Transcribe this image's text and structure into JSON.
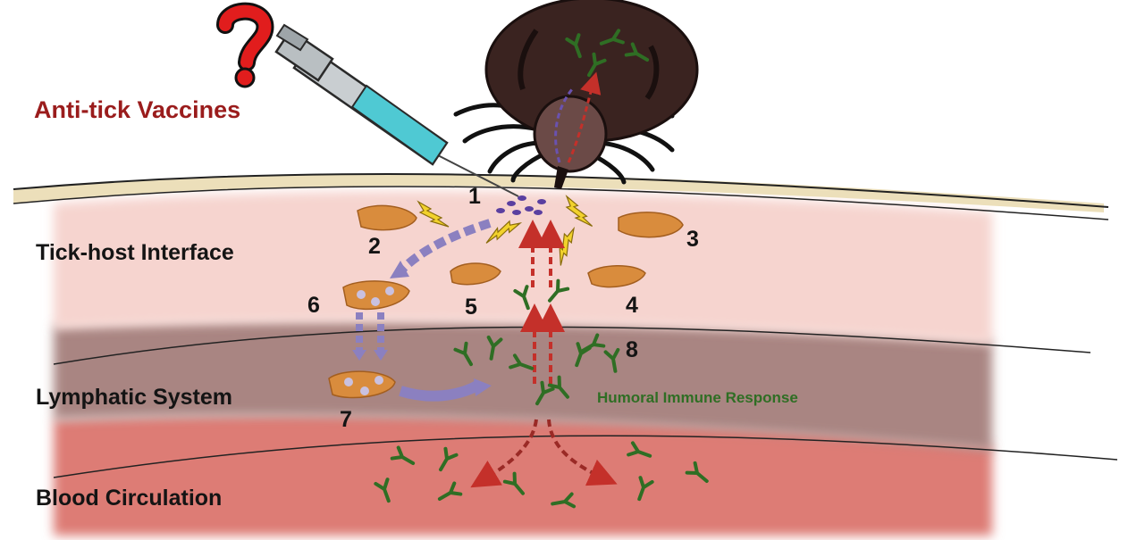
{
  "title": "Anti-tick Vaccines",
  "question_mark": "?",
  "layers": {
    "interface": "Tick-host Interface",
    "lymphatic": "Lymphatic System",
    "blood": "Blood Circulation"
  },
  "response_label": "Humoral Immune Response",
  "step_numbers": [
    "1",
    "2",
    "3",
    "4",
    "5",
    "6",
    "7",
    "8"
  ],
  "colors": {
    "interface_layer": "#f6d4cf",
    "lymphatic_layer": "#a98582",
    "blood_layer": "#dd7b74",
    "skin_surface": "#ecdfba",
    "title_red": "#9a1c1c",
    "antibody_green": "#2f6e24",
    "cell_orange": "#d98c3d",
    "arrow_purple": "#8b80c0",
    "arrow_red": "#c4302a",
    "lightning_yellow": "#f2d22c",
    "tick_body": "#3a2320",
    "syringe_liquid": "#4fc9d3"
  },
  "icons": [
    "question-mark-icon",
    "syringe-icon",
    "tick-icon",
    "lightning-icon",
    "antibody-icon",
    "immune-cell-icon",
    "antigen-particle-icon",
    "arrow-icon"
  ]
}
